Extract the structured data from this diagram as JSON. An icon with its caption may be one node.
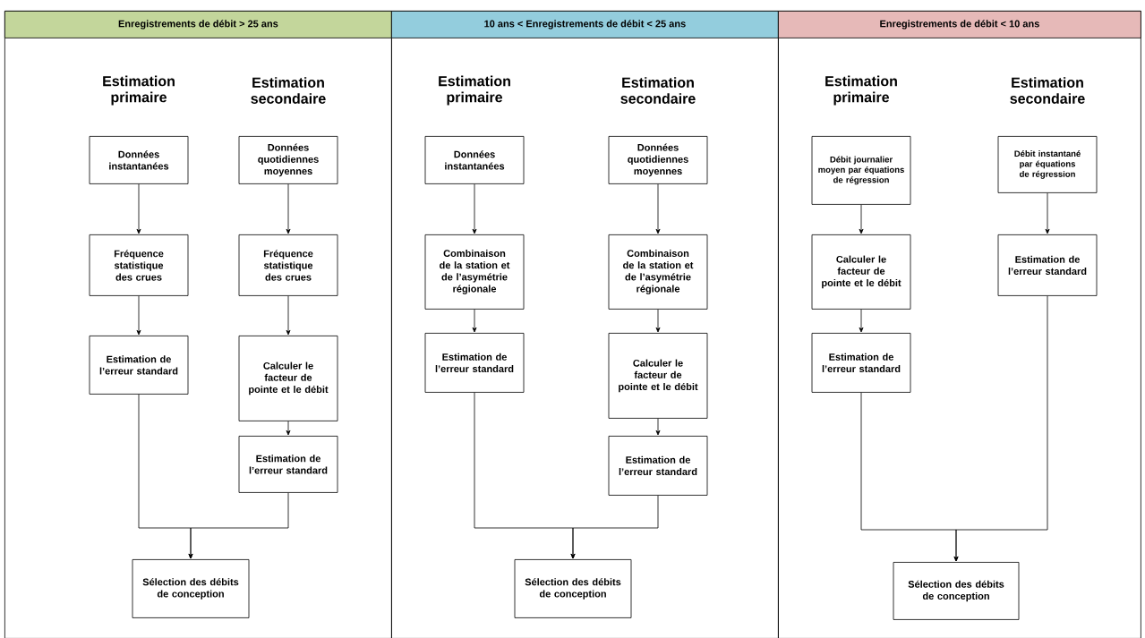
{
  "diagram": {
    "nodes": [
      {
        "text": [
          "Enregistrements de débit > 25 ans"
        ]
      },
      {
        "text": [
          "Données instantanées"
        ],
        "in": 0
      },
      {
        "text": [
          "Fréquence statistique des crues"
        ],
        "in": 0
      },
      {
        "text": [
          "Estimation de l’erreur standard"
        ],
        "in": 0
      },
      {
        "text": [
          "Données quotidiennes moyennes"
        ],
        "in": 0
      },
      {
        "text": [
          "Fréquence statistique des crues"
        ],
        "in": 0
      },
      {
        "text": [
          "Calculer le facteur de pointe et le débit"
        ],
        "in": 0
      },
      {
        "text": [
          "Estimation de l’erreur standard"
        ],
        "in": 0
      },
      {
        "text": [
          "Sélection des débits de conception"
        ],
        "in": 0
      },
      {
        "text": [
          "10 ans < Enregistrements de débit < 25 ans"
        ]
      },
      {
        "text": [
          "Données instantanées"
        ],
        "in": 9
      },
      {
        "text": [
          "Combinaison de la station et de l’asymétrie régionale"
        ],
        "in": 9
      },
      {
        "text": [
          "Estimation de l’erreur standard"
        ],
        "in": 9
      },
      {
        "text": [
          "Données quotidiennes moyennes"
        ],
        "in": 9
      },
      {
        "text": [
          "Combinaison de la station et de l’asymétrie régionale"
        ],
        "in": 9
      },
      {
        "text": [
          "Calculer le facteur de pointe et le débit"
        ],
        "in": 9
      },
      {
        "text": [
          "Estimation de l’erreur standard"
        ],
        "in": 9
      },
      {
        "text": [
          "Sélection des débits de conception"
        ],
        "in": 9
      },
      {
        "text": [
          "Enregistrements de débit < 10 ans"
        ]
      },
      {
        "text": [
          "Débit journalier moyen par équations de régression"
        ],
        "in": 18
      },
      {
        "text": [
          "Calculer le facteur de pointe et le débit"
        ],
        "in": 18
      },
      {
        "text": [
          "Estimation de l’erreur standard"
        ],
        "in": 18
      },
      {
        "text": [
          "Débit instantané par équations de régression"
        ],
        "in": 18
      },
      {
        "text": [
          "Estimation de l’erreur standard"
        ],
        "in": 18
      },
      {
        "text": [
          "Sélection des débits de conception"
        ],
        "in": 18
      }
    ],
    "edges": [
      {
        "from": 1,
        "to": 2,
        "arrow": "to"
      },
      {
        "from": 2,
        "to": 3,
        "arrow": "to"
      },
      {
        "from": 4,
        "to": 5,
        "arrow": "to"
      },
      {
        "from": 5,
        "to": 6,
        "arrow": "to"
      },
      {
        "from": 6,
        "to": 7,
        "arrow": "to"
      },
      {
        "from": 3,
        "to": 8,
        "arrow": "to"
      },
      {
        "from": 7,
        "to": 8,
        "arrow": "to"
      },
      {
        "from": 10,
        "to": 11,
        "arrow": "to"
      },
      {
        "from": 11,
        "to": 12,
        "arrow": "to"
      },
      {
        "from": 13,
        "to": 14,
        "arrow": "to"
      },
      {
        "from": 14,
        "to": 15,
        "arrow": "to"
      },
      {
        "from": 15,
        "to": 16,
        "arrow": "to"
      },
      {
        "from": 12,
        "to": 17,
        "arrow": "to"
      },
      {
        "from": 16,
        "to": 17,
        "arrow": "to"
      },
      {
        "from": 19,
        "to": 20,
        "arrow": "to"
      },
      {
        "from": 20,
        "to": 21,
        "arrow": "to"
      },
      {
        "from": 22,
        "to": 23,
        "arrow": "to"
      },
      {
        "from": 21,
        "to": 24,
        "arrow": "to"
      },
      {
        "from": 23,
        "to": 24,
        "arrow": "to"
      }
    ],
    "labels": [
      "Estimation primaire",
      "Estimation secondaire",
      "Estimation primaire",
      "Estimation secondaire",
      "Estimation primaire",
      "Estimation secondaire"
    ]
  }
}
